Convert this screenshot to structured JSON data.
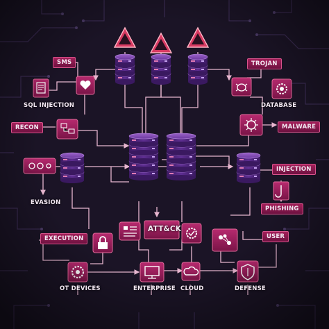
{
  "labels": {
    "sms": "SMS",
    "trojan": "TROJAN",
    "sql_injection": "SQL INJECTION",
    "database": "DATABASE",
    "recon": "RECON",
    "malware": "MALWARE",
    "injection": "INJECTION",
    "evasion": "EVASION",
    "phishing": "PHISHING",
    "execution": "EXECUTION",
    "attack": "ATT&CK",
    "user": "USER",
    "ot_devices": "OT DEVICES",
    "enterprise": "ENTERPRISE",
    "cloud": "CLOUD",
    "defense": "DEFENSE"
  },
  "colors": {
    "background": "#1b1426",
    "accent": "#b0226a",
    "server": "#5a2b8a",
    "line": "#e7b6cf",
    "warning": "#e0305e"
  }
}
